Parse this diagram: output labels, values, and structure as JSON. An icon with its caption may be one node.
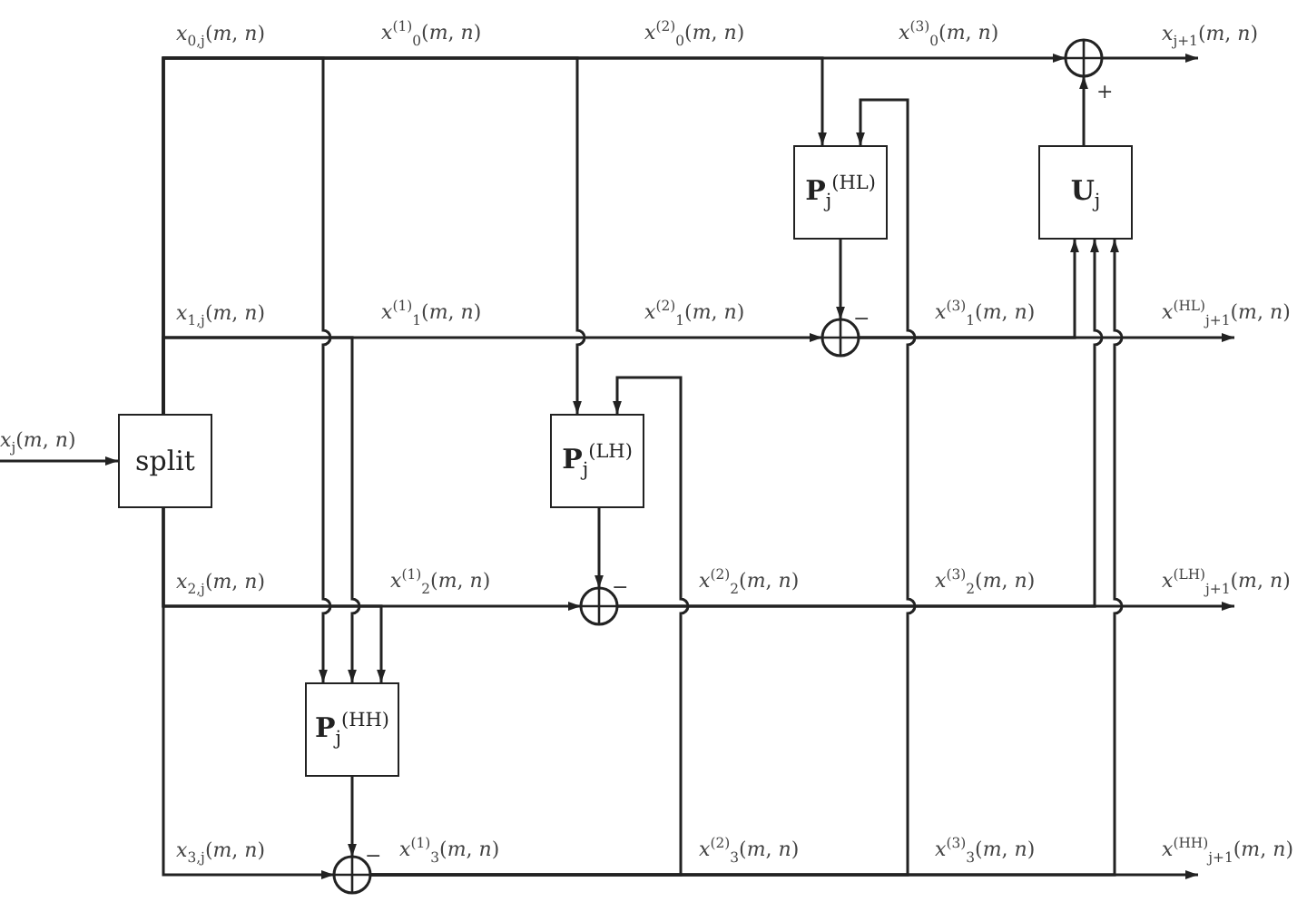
{
  "diagram": {
    "nodes": [
      {
        "text": [],
        "shape": "circle"
      },
      {
        "text": [
          "*x*$_{j+1}$(*m*, *n*)"
        ]
      },
      {
        "text": [
          "**P**$_{j}$$^{(HL)}$"
        ]
      },
      {
        "text": [
          "**U**$_{j}$"
        ]
      },
      {
        "text": [],
        "shape": "circle"
      },
      {
        "text": [
          "*x*$^{(HL)}$$_{j+1}$(*m*, *n*)"
        ]
      },
      {
        "text": [
          "*x*$_{j}$(*m*, *n*)"
        ]
      },
      {
        "text": [
          "split"
        ]
      },
      {
        "text": [
          "**P**$_{j}$$^{(LH)}$"
        ]
      },
      {
        "text": [],
        "shape": "circle"
      },
      {
        "text": [
          "*x*$^{(LH)}$$_{j+1}$(*m*, *n*)"
        ]
      },
      {
        "text": [
          "**P**$_{j}$$^{(HH)}$"
        ]
      },
      {
        "text": [],
        "shape": "circle"
      },
      {
        "text": [
          "*x*$^{(HH)}$$_{j+1}$(*m*, *n*)"
        ]
      }
    ],
    "edges": [
      {
        "from": 6,
        "to": 7,
        "arrow": "to"
      },
      {
        "from": 7,
        "to": 0,
        "arrow": "to"
      },
      {
        "from": 7,
        "to": 2,
        "arrow": "to"
      },
      {
        "from": 7,
        "to": 8,
        "arrow": "to"
      },
      {
        "from": 7,
        "to": 11,
        "arrow": "to"
      },
      {
        "from": 7,
        "to": 4,
        "arrow": "to"
      },
      {
        "from": 7,
        "to": 11,
        "arrow": "to"
      },
      {
        "from": 7,
        "to": 9,
        "arrow": "to"
      },
      {
        "from": 7,
        "to": 11,
        "arrow": "to"
      },
      {
        "from": 7,
        "to": 12,
        "arrow": "to"
      },
      {
        "from": 11,
        "to": 12,
        "arrow": "to"
      },
      {
        "from": 12,
        "to": 8,
        "arrow": "to"
      },
      {
        "from": 12,
        "to": 2,
        "arrow": "to"
      },
      {
        "from": 12,
        "to": 3,
        "arrow": "to"
      },
      {
        "from": 12,
        "to": 13,
        "arrow": "to"
      },
      {
        "from": 8,
        "to": 9,
        "arrow": "to"
      },
      {
        "from": 9,
        "to": 3,
        "arrow": "to"
      },
      {
        "from": 9,
        "to": 10,
        "arrow": "to"
      },
      {
        "from": 2,
        "to": 4,
        "arrow": "to"
      },
      {
        "from": 4,
        "to": 3,
        "arrow": "to"
      },
      {
        "from": 4,
        "to": 5,
        "arrow": "to"
      },
      {
        "from": 3,
        "to": 0,
        "arrow": "to"
      },
      {
        "from": 0,
        "to": 1,
        "arrow": "to"
      }
    ],
    "labels": [
      "*x*$_{0,j}$(*m*, *n*)",
      "*x*$^{(1)}$$_{0}$(*m*, *n*)",
      "*x*$^{(2)}$$_{0}$(*m*, *n*)",
      "*x*$^{(3)}$$_{0}$(*m*, *n*)",
      "+",
      "*x*$_{1,j}$(*m*, *n*)",
      "*x*$^{(1)}$$_{1}$(*m*, *n*)",
      "*x*$^{(2)}$$_{1}$(*m*, *n*)",
      "−",
      "*x*$^{(3)}$$_{1}$(*m*, *n*)",
      "*x*$_{2,j}$(*m*, *n*)",
      "*x*$^{(1)}$$_{2}$(*m*, *n*)",
      "−",
      "*x*$^{(2)}$$_{2}$(*m*, *n*)",
      "*x*$^{(3)}$$_{2}$(*m*, *n*)",
      "*x*$_{3,j}$(*m*, *n*)",
      "−",
      "*x*$^{(1)}$$_{3}$(*m*, *n*)",
      "*x*$^{(2)}$$_{3}$(*m*, *n*)",
      "*x*$^{(3)}$$_{3}$(*m*, *n*)"
    ]
  }
}
